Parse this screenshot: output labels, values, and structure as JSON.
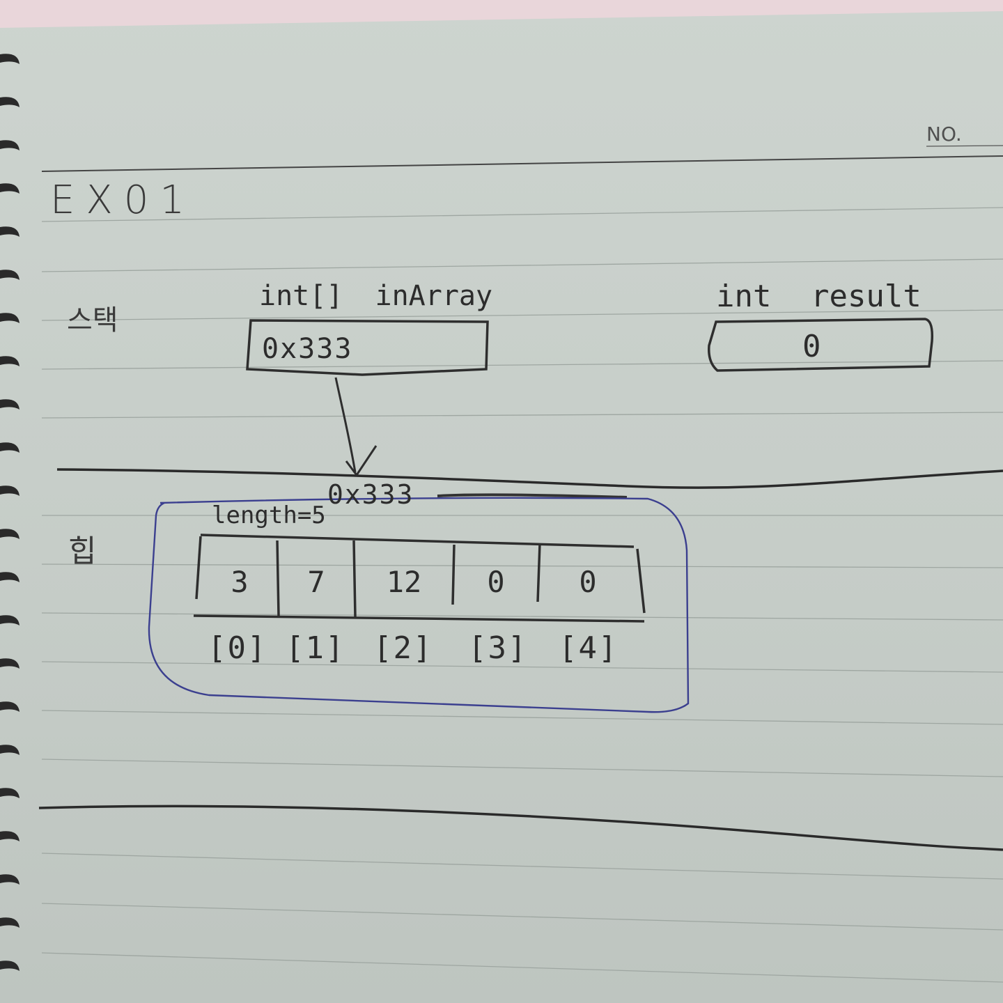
{
  "header": {
    "no_label": "NO.",
    "exercise_title": "EX01"
  },
  "stack": {
    "section_label": "스택",
    "array_var": {
      "type_and_name": "int[] inArray",
      "value": "0x333"
    },
    "int_var": {
      "type_and_name": "int result",
      "value": "0"
    }
  },
  "heap": {
    "section_label": "힙",
    "address": "0x333",
    "length_label": "length=5",
    "cells": [
      {
        "index": "[0]",
        "value": "3"
      },
      {
        "index": "[1]",
        "value": "7"
      },
      {
        "index": "[2]",
        "value": "12"
      },
      {
        "index": "[3]",
        "value": "0"
      },
      {
        "index": "[4]",
        "value": "0"
      }
    ]
  },
  "colors": {
    "ink": "#2c2c2c",
    "blue_pen": "#3b3f8f",
    "paper": "#cbd2cd"
  }
}
